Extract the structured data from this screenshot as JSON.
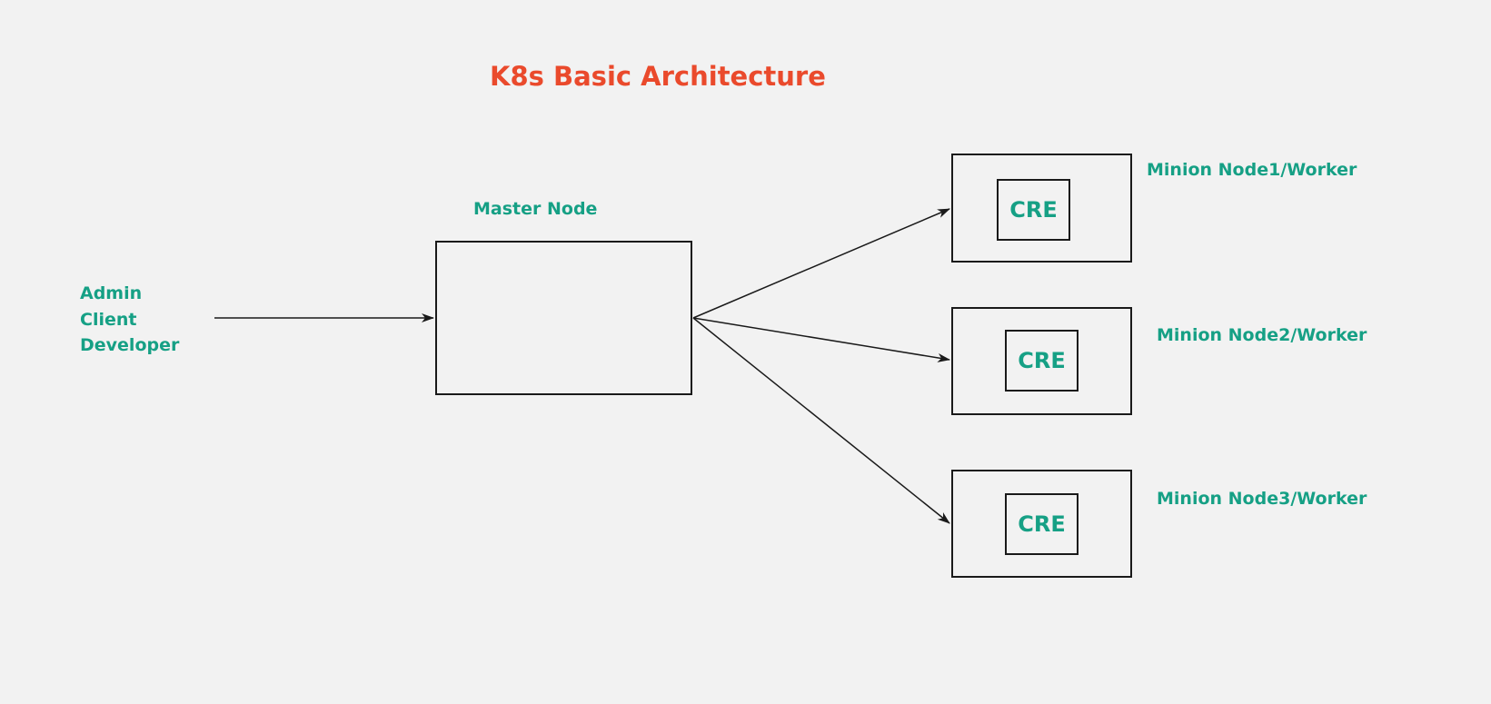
{
  "title": "K8s Basic Architecture",
  "actors": [
    "Admin",
    "Client",
    "Developer"
  ],
  "master": {
    "label": "Master Node"
  },
  "workers": [
    {
      "label": "Minion Node1/Worker",
      "runtime": "CRE"
    },
    {
      "label": "Minion Node2/Worker",
      "runtime": "CRE"
    },
    {
      "label": "Minion Node3/Worker",
      "runtime": "CRE"
    }
  ],
  "colors": {
    "title": "#ea4a2c",
    "label": "#16a085",
    "stroke": "#1a1a1a",
    "background": "#f2f2f2"
  }
}
